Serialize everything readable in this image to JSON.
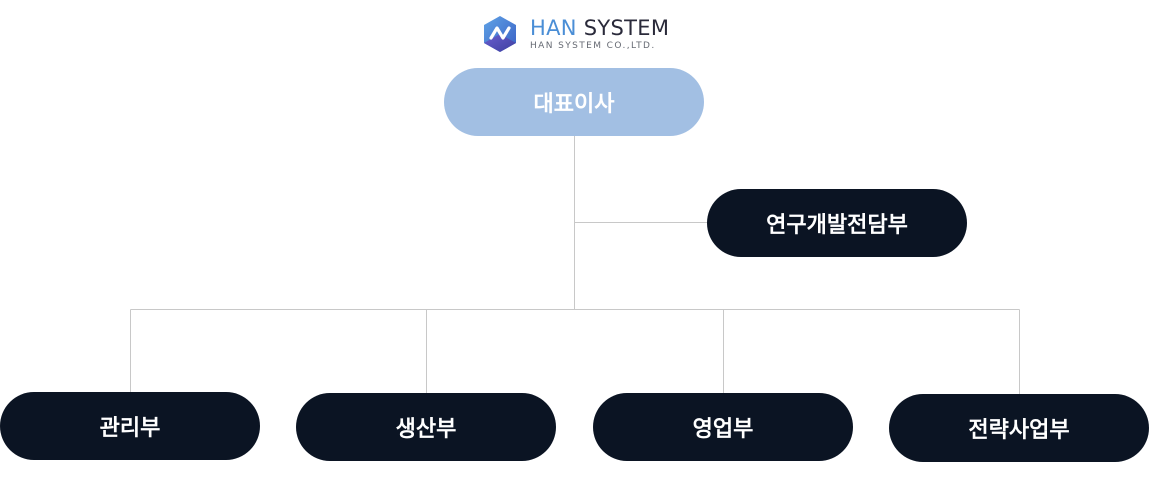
{
  "logo": {
    "title_accent": "HAN",
    "title_rest": "SYSTEM",
    "subtitle": "HAN SYSTEM CO.,LTD.",
    "icon": "han-system-logo-icon"
  },
  "org": {
    "ceo": "대표이사",
    "rnd": "연구개발전담부",
    "departments": [
      "관리부",
      "생산부",
      "영업부",
      "전략사업부"
    ]
  },
  "colors": {
    "ceo_box": "#a2bfe3",
    "dept_box": "#0b1423",
    "connector": "#c8c8c8",
    "logo_accent": "#4a8ed6"
  }
}
